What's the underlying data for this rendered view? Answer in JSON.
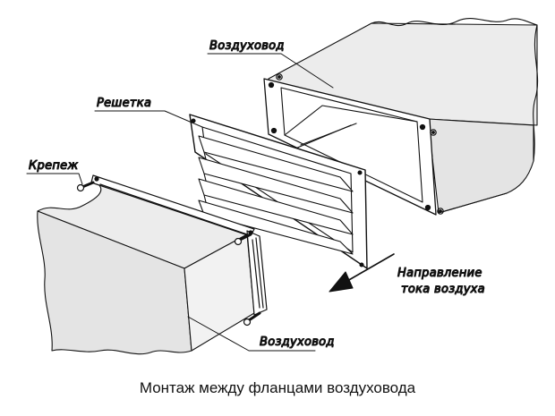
{
  "labels": {
    "duct_top": "Воздуховод",
    "grille": "Решетка",
    "fastener": "Крепеж",
    "flow_line1": "Направление",
    "flow_line2": "тока воздуха",
    "duct_bottom": "Воздуховод"
  },
  "caption": "Монтаж между фланцами воздуховода",
  "colors": {
    "ink": "#111111",
    "duct_fill": "#ececec",
    "background": "#ffffff"
  }
}
